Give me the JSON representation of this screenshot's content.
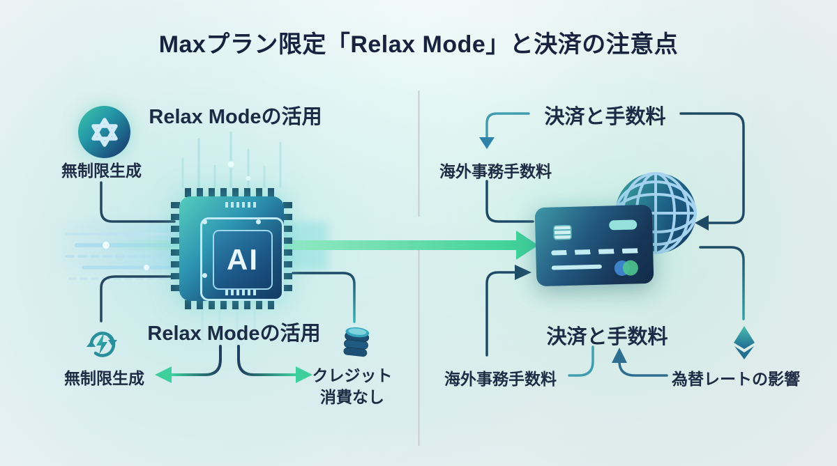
{
  "title": "Maxプラン限定「Relax Mode」と決済の注意点",
  "left": {
    "heading_top": "Relax Modeの活用",
    "unlimited_top": "無制限生成",
    "chip_label": "AI",
    "heading_bottom": "Relax Modeの活用",
    "unlimited_bottom": "無制限生成",
    "no_credit_1": "クレジット",
    "no_credit_2": "消費なし"
  },
  "right": {
    "heading_top": "決済と手数料",
    "fee_top": "海外事務手数料",
    "heading_bottom": "決済と手数料",
    "fee_bottom": "海外事務手数料",
    "exchange": "為替レートの影響"
  },
  "icons": {
    "openai": "openai-logo-knot",
    "ai_chip": "ai-processor-chip",
    "sync_bolt": "refresh-arrows-with-lightning",
    "coins": "coin-stack",
    "credit_card": "credit-card",
    "globe": "wireframe-globe",
    "ethereum": "ethereum-diamond"
  },
  "colors": {
    "accent_green": "#3ecf97",
    "teal_line": "#3f9fae",
    "navy_line": "#1f4a66",
    "text": "#1b2a45",
    "divider": "#c7cdd3",
    "chip_gradient_start": "#55cdbd",
    "chip_gradient_end": "#143a5f"
  }
}
